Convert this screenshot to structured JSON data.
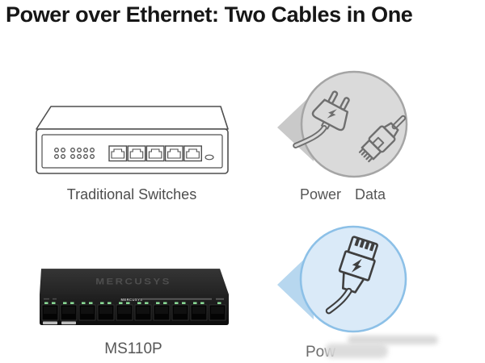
{
  "title": "Power over Ethernet: Two Cables in One",
  "sections": {
    "traditional": {
      "device_label": "Traditional Switches",
      "bubble": {
        "power_label": "Power",
        "data_label": "Data"
      }
    },
    "poe": {
      "device_label": "MS110P",
      "device_brand": "MERCUSYS",
      "bubble": {
        "label_visible": "Pow"
      }
    }
  },
  "icons": {
    "top_bubble": [
      "power-plug-icon",
      "ethernet-connector-icon"
    ],
    "bottom_bubble": [
      "poe-ethernet-connector-icon"
    ]
  },
  "colors": {
    "gray_bubble_fill": "#dadada",
    "gray_bubble_border": "#a5a5a5",
    "gray_bubble_tail": "#c9c9c9",
    "blue_bubble_fill": "#daeaf8",
    "blue_bubble_border": "#8cc0e7",
    "blue_bubble_tail": "#b7d7ef",
    "line_art_stroke": "#4f4f4f",
    "led_green": "#8fe49c",
    "switch_body_black": "#1d1d1d"
  }
}
